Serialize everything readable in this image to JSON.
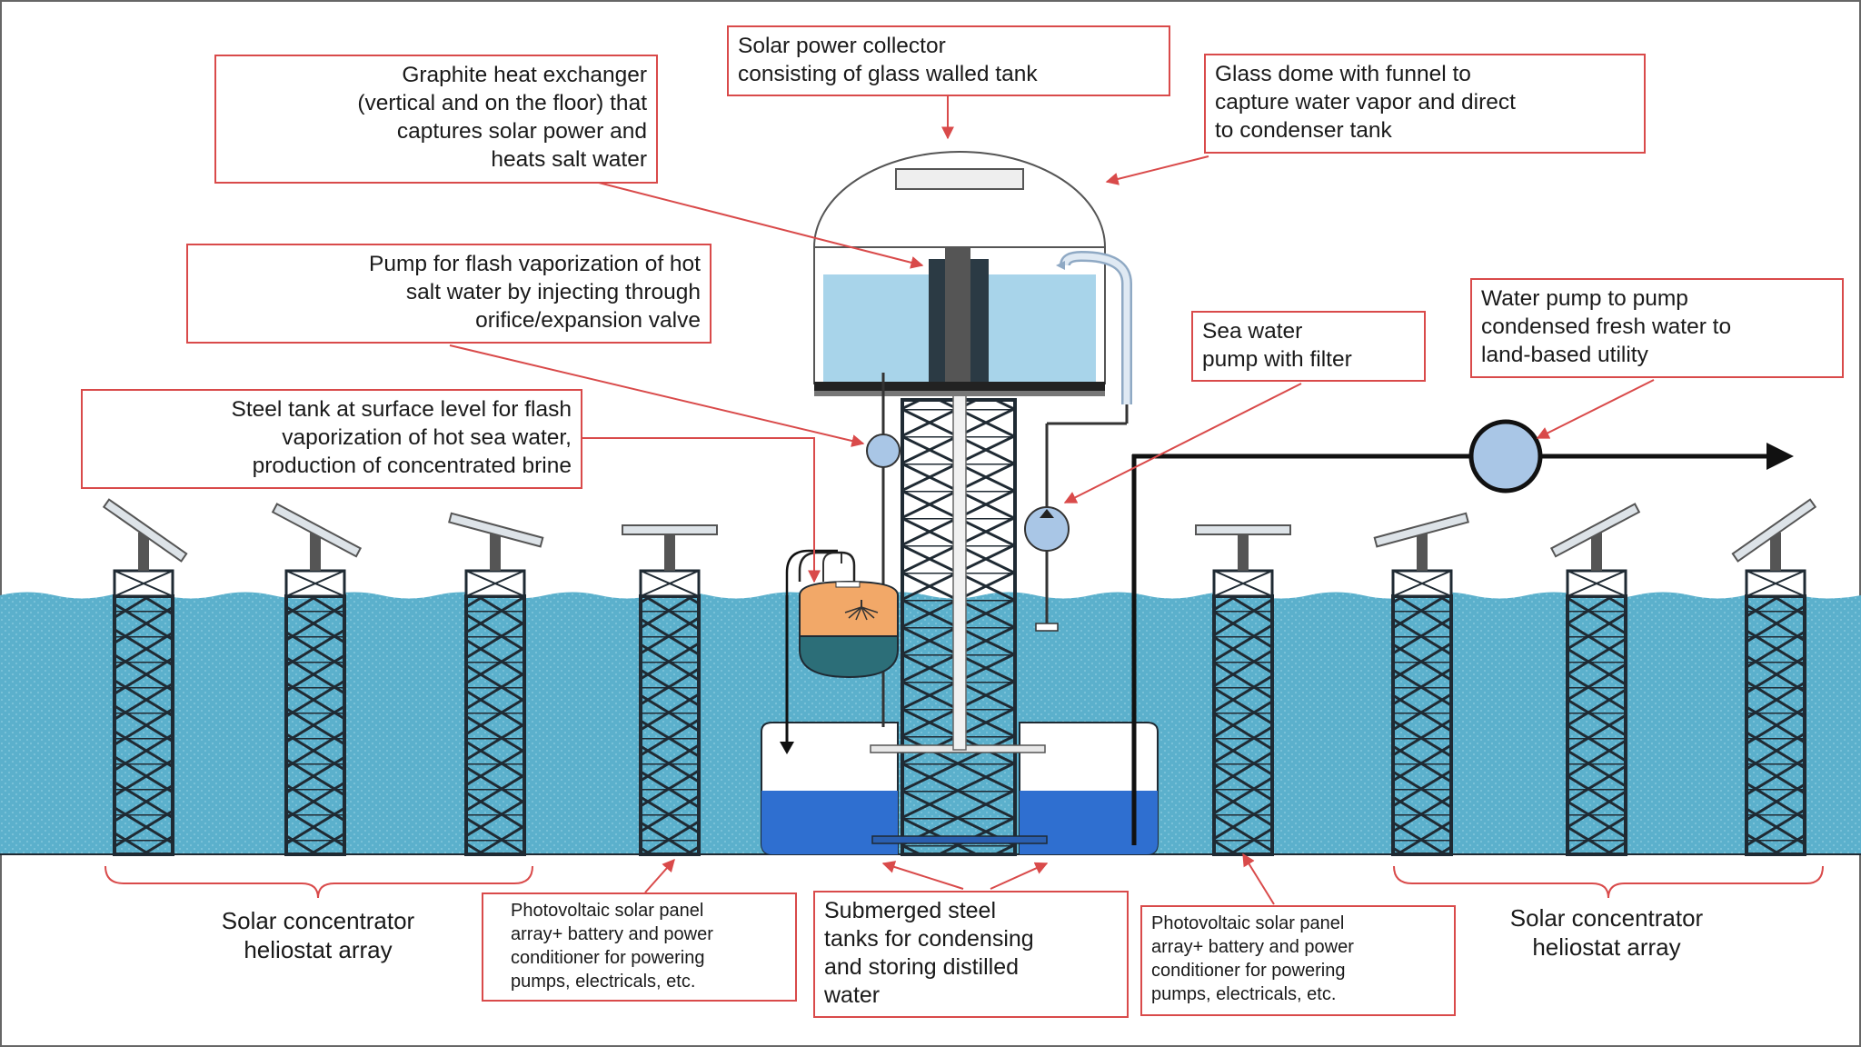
{
  "labels": {
    "solar_collector": "Solar power collector\nconsisting of glass walled tank",
    "graphite": "Graphite heat exchanger\n(vertical and on the floor) that\ncaptures solar power and\nheats salt water",
    "glass_dome": "Glass dome with funnel to\ncapture water vapor and direct\nto condenser tank",
    "flash_pump": "Pump for flash vaporization of hot\nsalt water by injecting through\norifice/expansion valve",
    "sea_pump": "Sea water\npump with filter",
    "fresh_pump": "Water pump to pump\ncondensed fresh water to\nland-based utility",
    "steel_tank": "Steel tank at surface level for flash\nvaporization of hot sea water,\nproduction of concentrated brine",
    "heliostat_left": "Solar concentrator\nheliostat array",
    "pv_left": "Photovoltaic solar panel\narray+ battery and power\nconditioner for powering\npumps, electricals, etc.",
    "submerged": "Submerged steel\ntanks for condensing\nand storing distilled\nwater",
    "pv_right": "Photovoltaic solar panel\narray+ battery and power\nconditioner for powering\npumps, electricals, etc.",
    "heliostat_right": "Solar concentrator\nheliostat array"
  },
  "colors": {
    "sea": "#5bb0cc",
    "leader": "#d94a4a",
    "structure": "#1f2a33",
    "brine_tank": "#f2a868",
    "brine_dark": "#2c6e78",
    "distilled": "#2f6fd0",
    "pump": "#a9c6e6",
    "glass_water": "#a8d4ea"
  },
  "icons": [
    "heliostat-icon",
    "pv-panel-icon",
    "pump-icon",
    "arrow-icon"
  ]
}
